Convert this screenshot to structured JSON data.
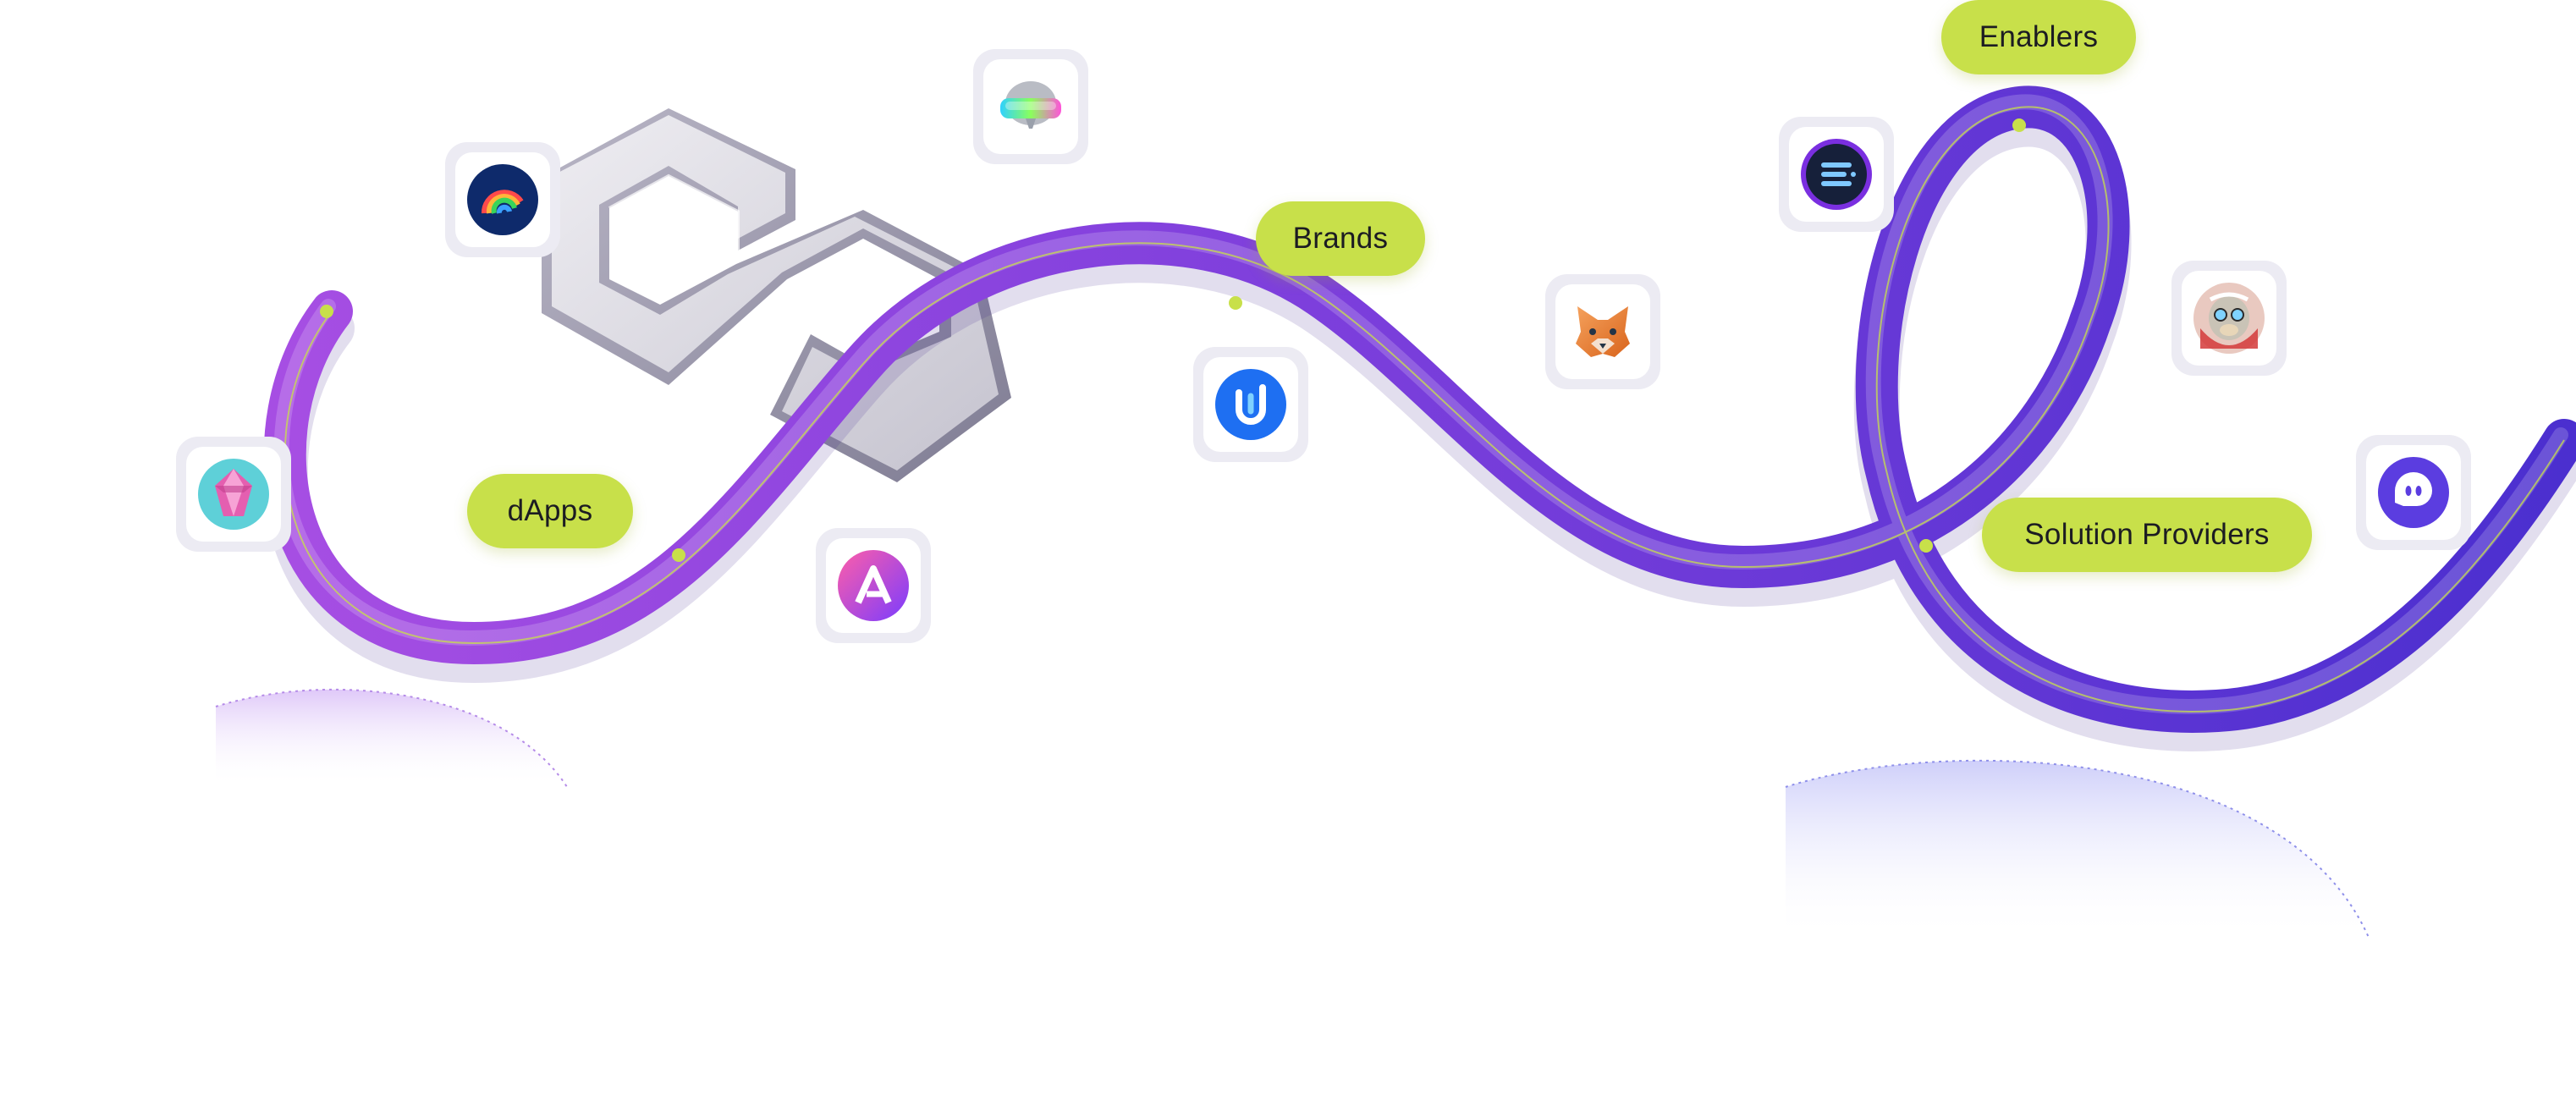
{
  "labels": {
    "dapps": "dApps",
    "brands": "Brands",
    "enablers": "Enablers",
    "solution_providers": "Solution Providers"
  },
  "colors": {
    "ribbon_start": "#a64ee3",
    "ribbon_end": "#4b2fcf",
    "pill": "#c8e04a",
    "dot": "#c8e04a",
    "tile_bg": "#ecebf3"
  },
  "logos": [
    "gem-crystal-icon",
    "rainbow-wallet-icon",
    "vr-headset-icon",
    "arc-a-logo-icon",
    "unstoppable-u-icon",
    "metamask-fox-icon",
    "menu-list-app-icon",
    "ape-avatar-icon",
    "phantom-ghost-icon"
  ]
}
